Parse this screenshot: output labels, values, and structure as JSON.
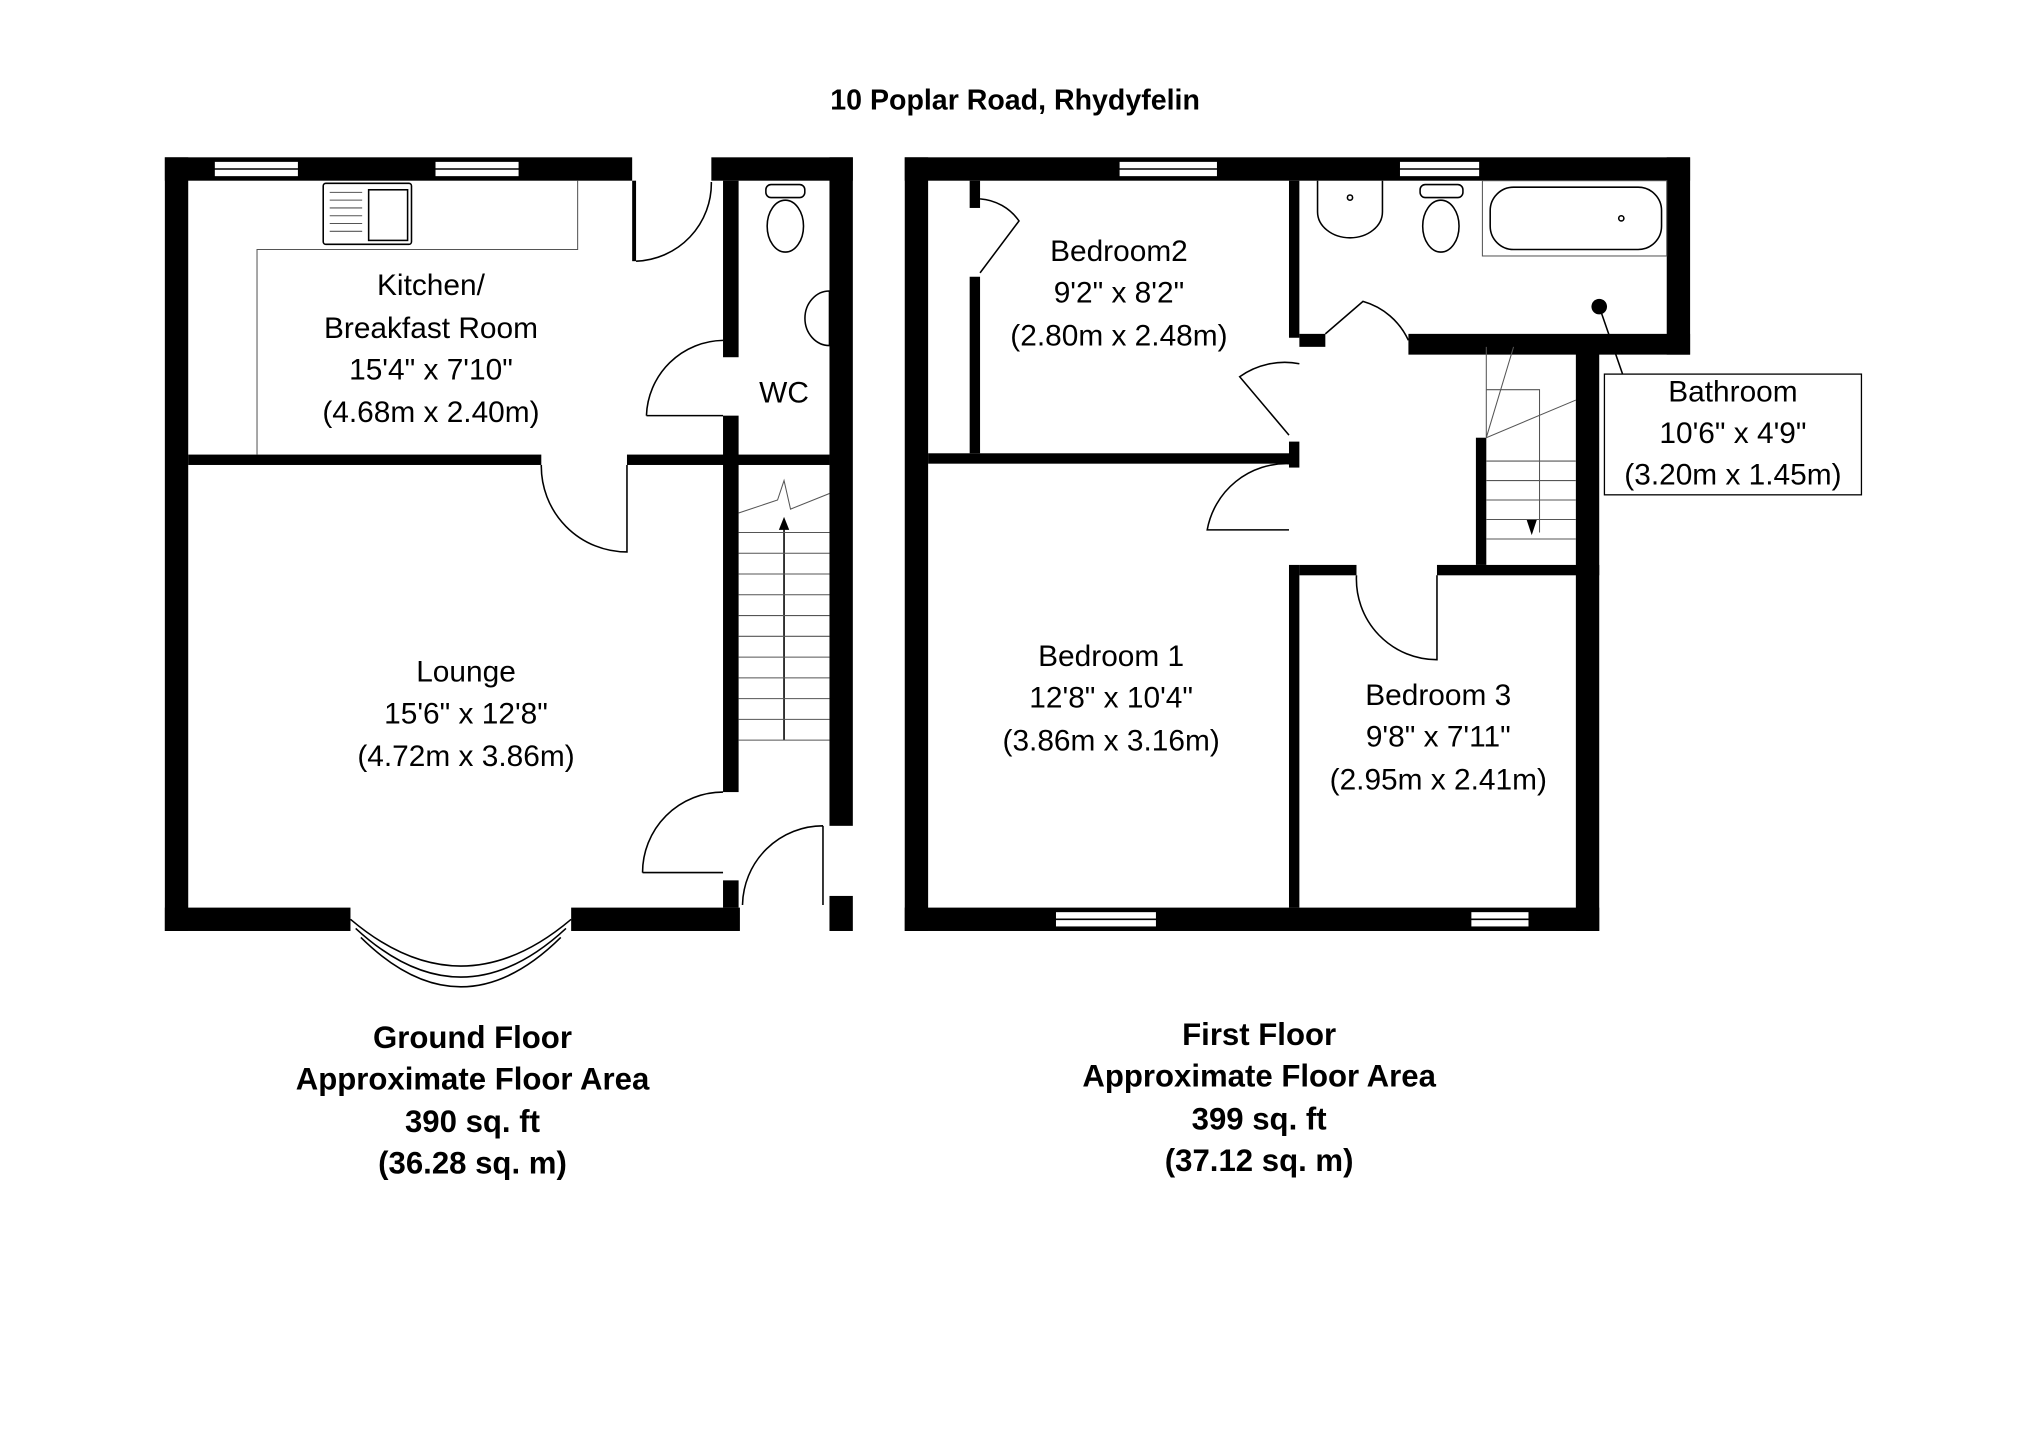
{
  "title": "10 Poplar Road, Rhydyfelin",
  "ground_floor": {
    "rooms": [
      {
        "name": "Kitchen/",
        "name2": "Breakfast Room",
        "imperial": "15'4\" x 7'10\"",
        "metric": "(4.68m x 2.40m)"
      },
      {
        "name": "WC"
      },
      {
        "name": "Lounge",
        "imperial": "15'6\" x 12'8\"",
        "metric": "(4.72m x 3.86m)"
      }
    ],
    "caption": {
      "title": "Ground Floor",
      "subtitle": "Approximate Floor Area",
      "area_ft": "390 sq. ft",
      "area_m": "(36.28 sq. m)"
    }
  },
  "first_floor": {
    "rooms": [
      {
        "name": "Bedroom2",
        "imperial": "9'2\" x 8'2\"",
        "metric": "(2.80m x 2.48m)"
      },
      {
        "name": "Bathroom",
        "imperial": "10'6\" x 4'9\"",
        "metric": "(3.20m x 1.45m)"
      },
      {
        "name": "Bedroom 1",
        "imperial": "12'8\" x 10'4\"",
        "metric": "(3.86m x 3.16m)"
      },
      {
        "name": "Bedroom 3",
        "imperial": "9'8\" x 7'11\"",
        "metric": "(2.95m x 2.41m)"
      }
    ],
    "caption": {
      "title": "First Floor",
      "subtitle": "Approximate Floor Area",
      "area_ft": "399 sq. ft",
      "area_m": "(37.12 sq. m)"
    }
  }
}
